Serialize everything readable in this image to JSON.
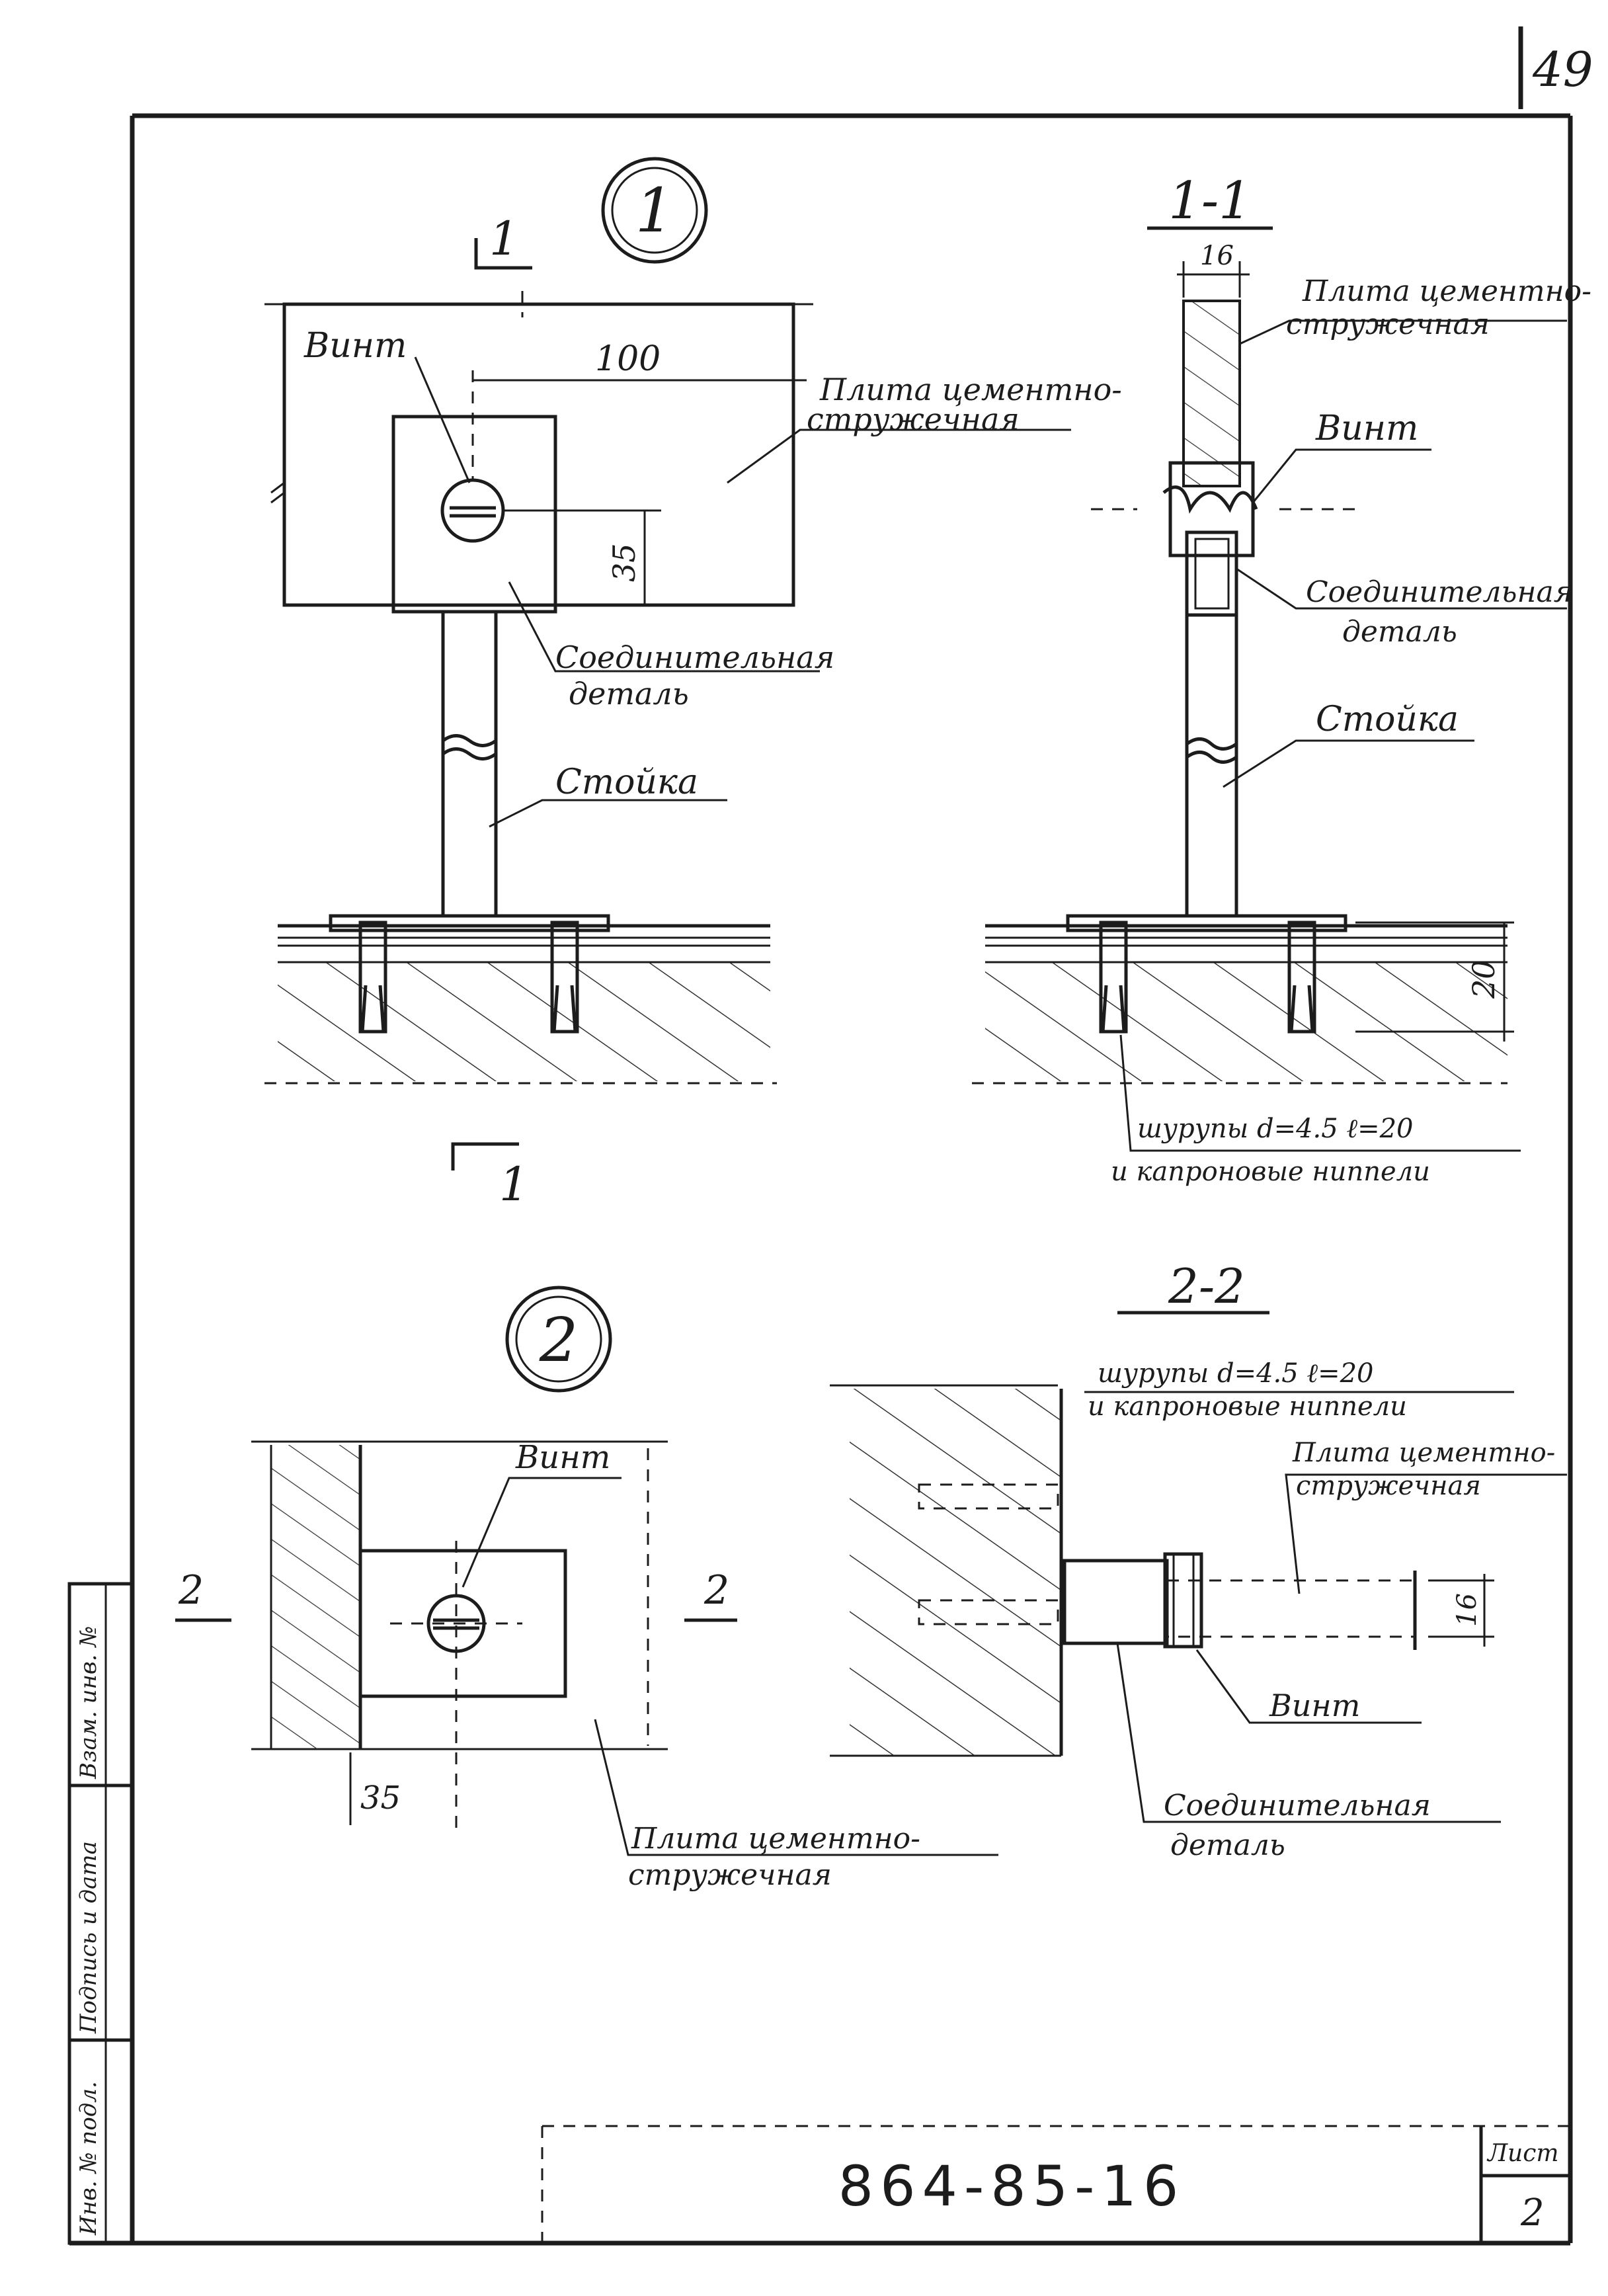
{
  "page_number": "49",
  "drawing_code": "864-85-16",
  "sheet_label": "Лист",
  "sheet_number": "2",
  "side_stamp": {
    "inv_original": "Инв. № подл.",
    "signature_date": "Подпись и дата",
    "replaces_inv": "Взам. инв. №"
  },
  "detail1": {
    "callout": "1",
    "cut_mark_top": "1",
    "cut_mark_bottom": "1",
    "dim_100": "100",
    "dim_35": "35",
    "label_screw": "Винт",
    "label_slab": "Плита цементно-стружечная",
    "label_slab_line1": "Плита цементно-",
    "label_slab_line2": "стружечная",
    "label_connector_line1": "Соединительная",
    "label_connector_line2": "деталь",
    "label_post": "Стойка"
  },
  "section11": {
    "title": "1-1",
    "dim_16": "16",
    "dim_20": "20",
    "label_slab_line1": "Плита цементно-",
    "label_slab_line2": "стружечная",
    "label_screw": "Винт",
    "label_connector_line1": "Соединительная",
    "label_connector_line2": "деталь",
    "label_post": "Стойка",
    "label_anchor_line1": "шурупы d=4.5 ℓ=20",
    "label_anchor_line2": "и капроновые ниппели"
  },
  "detail2": {
    "callout": "2",
    "cut_left": "2",
    "cut_right": "2",
    "dim_35": "35",
    "label_screw": "Винт",
    "label_slab_line1": "Плита цементно-",
    "label_slab_line2": "стружечная"
  },
  "section22": {
    "title": "2-2",
    "label_anchor_line1": "шурупы d=4.5 ℓ=20",
    "label_anchor_line2": "и капроновые ниппели",
    "label_slab_line1": "Плита цементно-",
    "label_slab_line2": "стружечная",
    "dim_16": "16",
    "label_screw": "Винт",
    "label_connector_line1": "Соединительная",
    "label_connector_line2": "деталь"
  }
}
